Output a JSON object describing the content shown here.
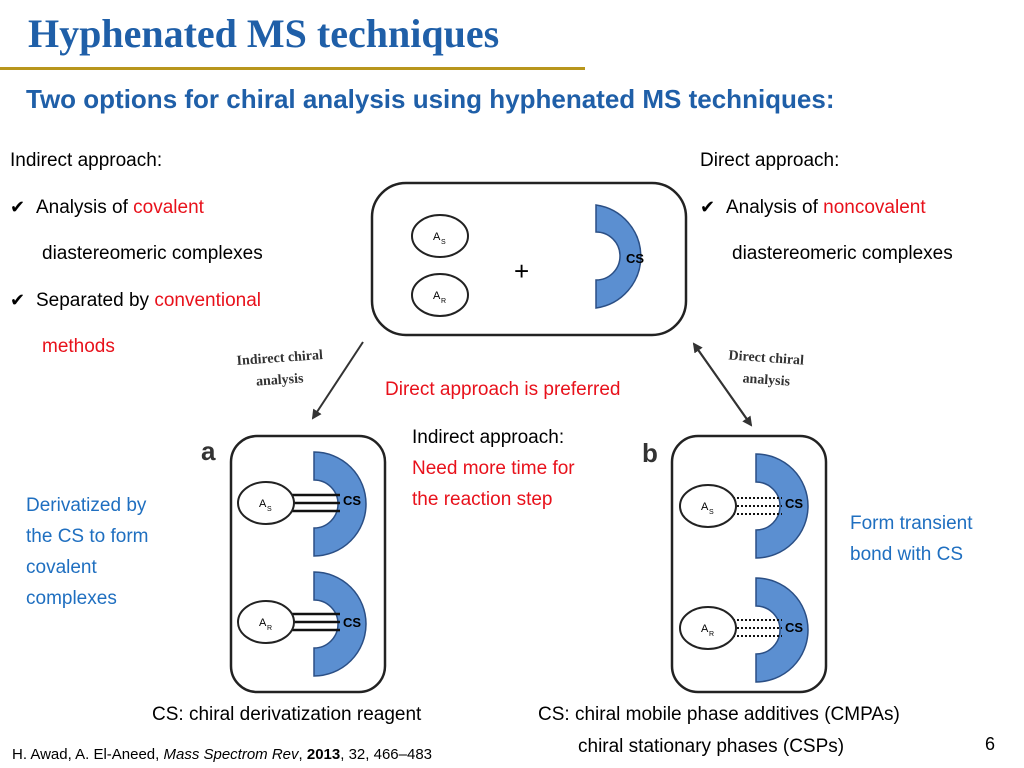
{
  "slide": {
    "title": "Hyphenated MS techniques",
    "subtitle": "Two options for chiral analysis using hyphenated MS techniques:",
    "page_number": "6"
  },
  "indirect": {
    "heading": "Indirect approach:",
    "bullet1_prefix": "Analysis of ",
    "bullet1_highlight": "covalent",
    "bullet1_line2": "diastereomeric complexes",
    "bullet2_prefix": "Separated by ",
    "bullet2_highlight": "conventional",
    "bullet2_line2": "methods"
  },
  "direct": {
    "heading": "Direct approach:",
    "bullet1_prefix": "Analysis of ",
    "bullet1_highlight": "noncovalent",
    "bullet1_line2": "diastereomeric complexes"
  },
  "center_notes": {
    "preferred": "Direct approach is preferred",
    "indirect_heading": "Indirect approach:",
    "indirect_line1": "Need more time for",
    "indirect_line2": "the reaction step"
  },
  "side_notes": {
    "left": [
      "Derivatized by",
      "the CS to form",
      "covalent",
      "complexes"
    ],
    "right": [
      "Form transient",
      "bond with CS"
    ]
  },
  "captions": {
    "left": "CS: chiral derivatization reagent",
    "right_line1": "CS: chiral mobile phase additives (CMPAs)",
    "right_line2": "chiral stationary phases (CSPs)"
  },
  "figure": {
    "analyte_s": "A",
    "analyte_s_sub": "S",
    "analyte_r": "A",
    "analyte_r_sub": "R",
    "selector": "CS",
    "plus": "+",
    "panel_a": "a",
    "panel_b": "b",
    "arrow_left_line1": "Indirect chiral",
    "arrow_left_line2": "analysis",
    "arrow_right_line1": "Direct chiral",
    "arrow_right_line2": "analysis"
  },
  "reference": {
    "authors": "H. Awad, A. El-Aneed, ",
    "journal": "Mass Spectrom Rev",
    "sep": ", ",
    "year": "2013",
    "rest": ", 32, 466–483"
  },
  "colors": {
    "title_blue": "#1f5fa8",
    "accent_red": "#e8111b",
    "note_blue": "#1f6fc0",
    "selector_blue": "#5b8fd1",
    "rule_gold": "#b8961c"
  }
}
